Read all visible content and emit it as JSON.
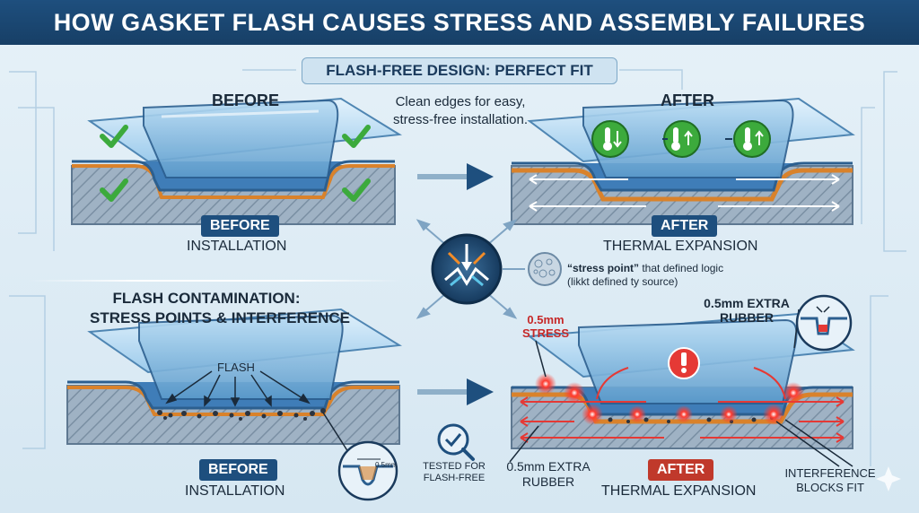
{
  "title": "HOW GASKET FLASH CAUSES STRESS AND ASSEMBLY FAILURES",
  "top_section": {
    "banner": "FLASH-FREE DESIGN: PERFECT FIT",
    "before_heading": "BEFORE",
    "after_heading": "AFTER",
    "callout_line1": "Clean edges for easy,",
    "callout_line2": "stress-free installation.",
    "before_tag": "BEFORE",
    "before_caption": "INSTALLATION",
    "after_tag": "AFTER",
    "after_caption": "THERMAL EXPANSION"
  },
  "center": {
    "stress_note_bold": "“stress point”",
    "stress_note_rest": " that defined logic",
    "stress_note_line2": "(likkt defined ty source)"
  },
  "bottom_section": {
    "heading_line1": "FLASH CONTAMINATION:",
    "heading_line2": "STRESS POINTS & INTERFERENCE",
    "flash_label": "FLASH",
    "zoom_label": "0.5mm",
    "before_tag": "BEFORE",
    "before_caption": "INSTALLATION",
    "tested_line1": "TESTED FOR",
    "tested_line2": "FLASH-FREE",
    "stress_line1": "0.5mm",
    "stress_line2": "STRESS",
    "extra_rubber_top_line1": "0.5mm EXTRA",
    "extra_rubber_top_line2": "RUBBER",
    "extra_rubber_bottom_line1": "0.5mm EXTRA",
    "extra_rubber_bottom_line2": "RUBBER",
    "after_tag": "AFTER",
    "after_caption": "THERMAL EXPANSION",
    "interference_line1": "INTERFERENCE",
    "interference_line2": "BLOCKS FIT"
  },
  "colors": {
    "navy": "#1e4f7e",
    "check_green": "#3caa3c",
    "stress_red": "#e53935",
    "gasket_orange": "#d9822b",
    "glass_blue": "#8ec5ea"
  },
  "icons": {
    "check": "check-icon",
    "thermometer_down": "thermometer-down-icon",
    "thermometer_up": "thermometer-up-icon",
    "stress_compass": "stress-compass-icon",
    "warning": "warning-icon",
    "magnifier": "magnifier-check-icon"
  }
}
